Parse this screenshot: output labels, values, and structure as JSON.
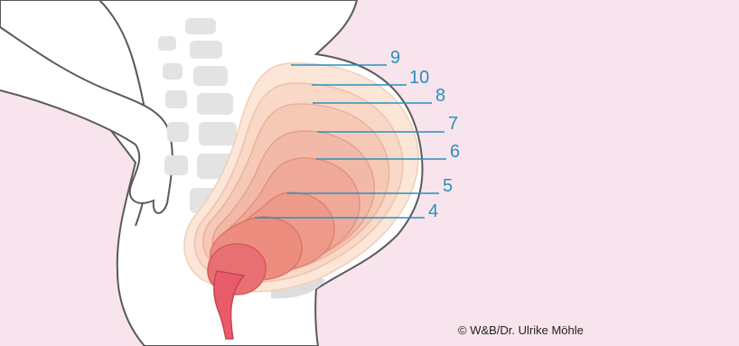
{
  "colors": {
    "background": "#f8e4ec",
    "body_fill": "#ffffff",
    "outline": "#5a5a5a",
    "spine": "#e3e3e3",
    "uterus_outer": "#f9dcc9",
    "uterus_inner": "#ef8a8a",
    "cervix": "#e85c6a",
    "leader_line": "#2a8fbf",
    "label": "#2a8fbf"
  },
  "fundal_height_markers": [
    {
      "month": "9"
    },
    {
      "month": "10"
    },
    {
      "month": "8"
    },
    {
      "month": "7"
    },
    {
      "month": "6"
    },
    {
      "month": "5"
    },
    {
      "month": "4"
    }
  ],
  "credit": "© W&B/Dr. Ulrike Möhle"
}
